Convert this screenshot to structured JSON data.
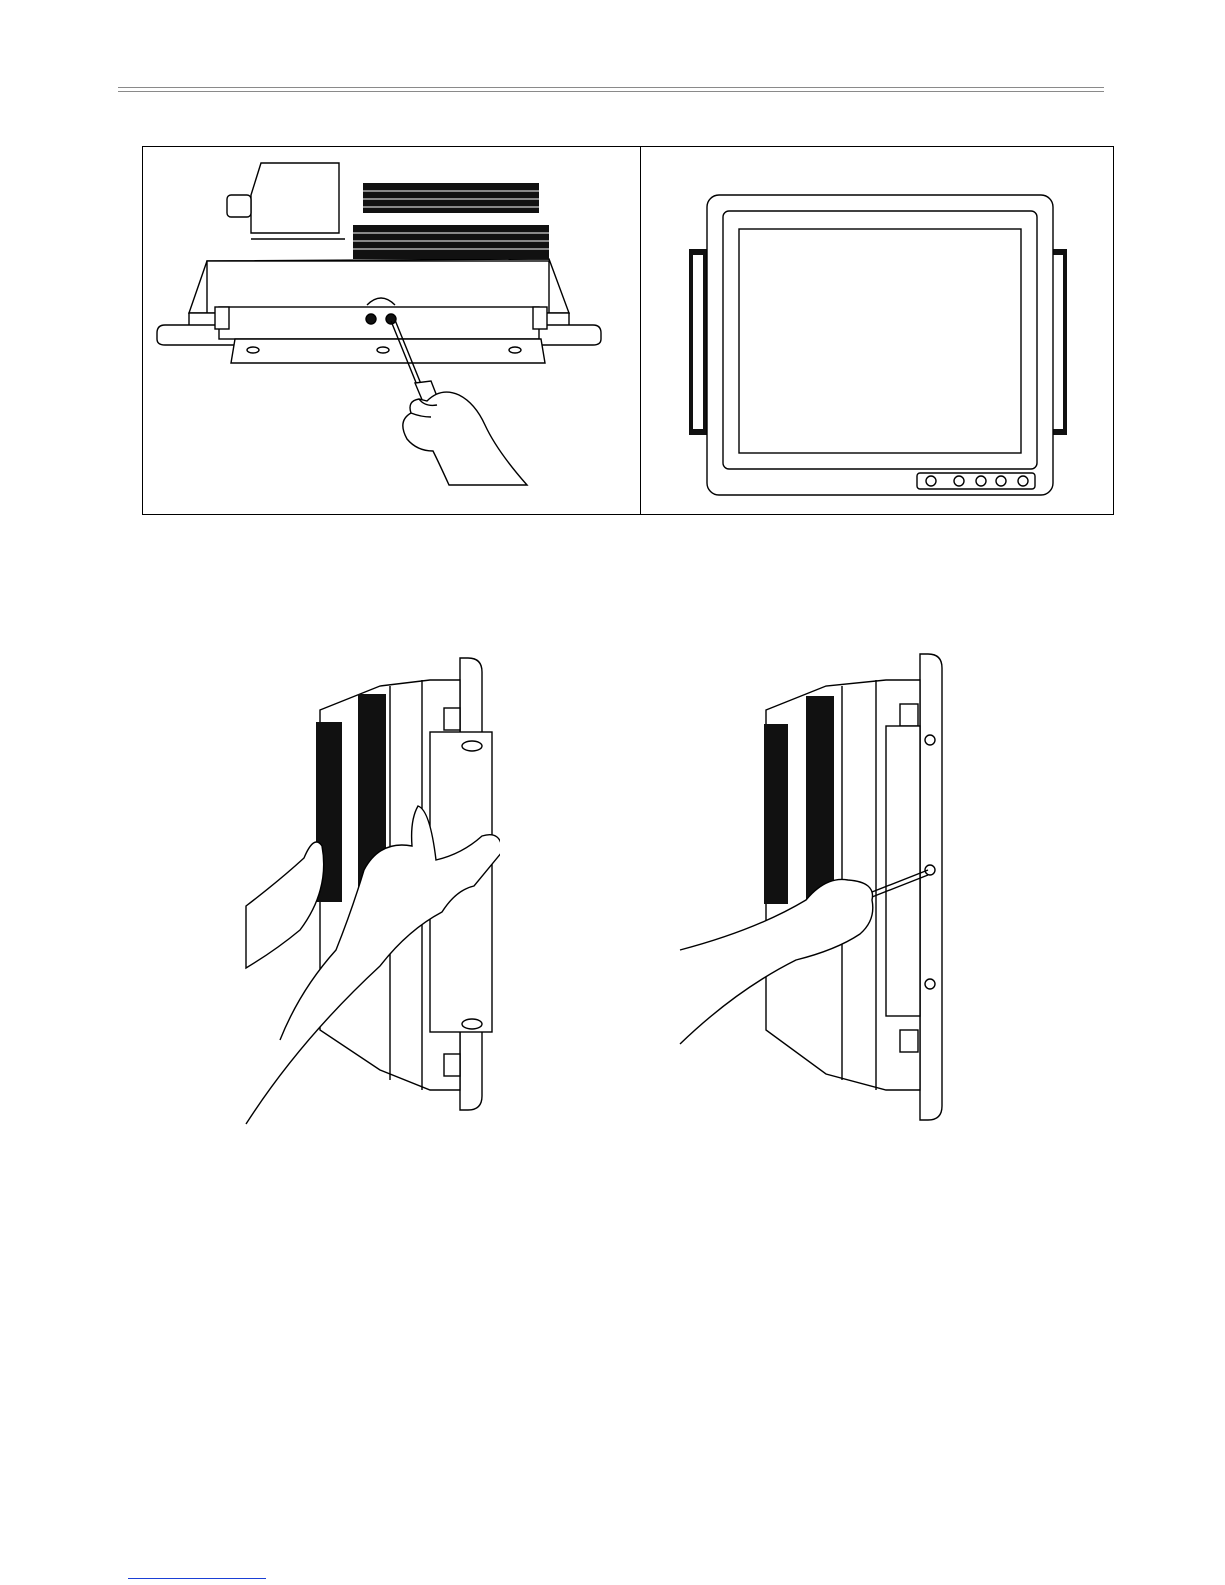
{
  "page": {
    "colors": {
      "line": "#000000",
      "hatch": "#111111",
      "skin": "#ffffff",
      "link": "#1a3fd6"
    },
    "figures": [
      {
        "id": "fig-back-bracket",
        "kind": "illustration"
      },
      {
        "id": "fig-front-panel",
        "kind": "illustration"
      },
      {
        "id": "fig-side-insert-bracket",
        "kind": "illustration"
      },
      {
        "id": "fig-side-screw-bracket",
        "kind": "illustration"
      }
    ]
  }
}
